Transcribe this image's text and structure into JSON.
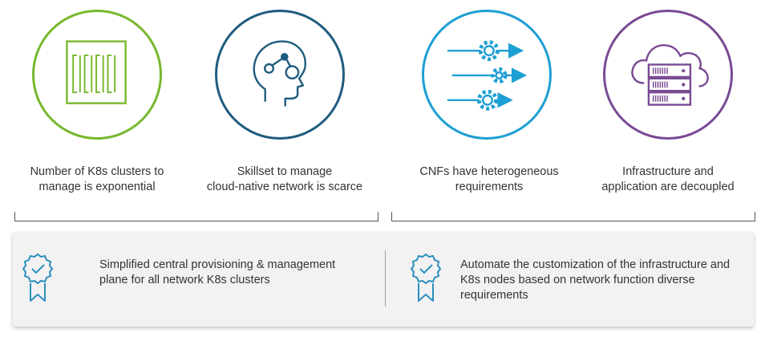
{
  "challenges": [
    {
      "icon": "server-rack-icon",
      "color": "#77b82e",
      "caption": "Number of K8s clusters to\nmanage is exponential"
    },
    {
      "icon": "head-skillset-icon",
      "color": "#1f5c7e",
      "caption": "Skillset to manage\ncloud-native network is scarce"
    },
    {
      "icon": "gears-arrows-icon",
      "color": "#1d9fd3",
      "caption": "CNFs have heterogeneous\nrequirements"
    },
    {
      "icon": "cloud-server-icon",
      "color": "#7a4a93",
      "caption": "Infrastructure and\napplication are decoupled"
    }
  ],
  "benefits": [
    {
      "icon": "ribbon-badge-icon",
      "text": "Simplified central provisioning & management plane for all network K8s clusters"
    },
    {
      "icon": "ribbon-badge-icon",
      "text": "Automate the customization of the infrastructure and K8s nodes based on network function diverse requirements"
    }
  ],
  "colors": {
    "badge": "#2b8fbd",
    "panel": "#f2f2f2",
    "text": "#333333"
  }
}
